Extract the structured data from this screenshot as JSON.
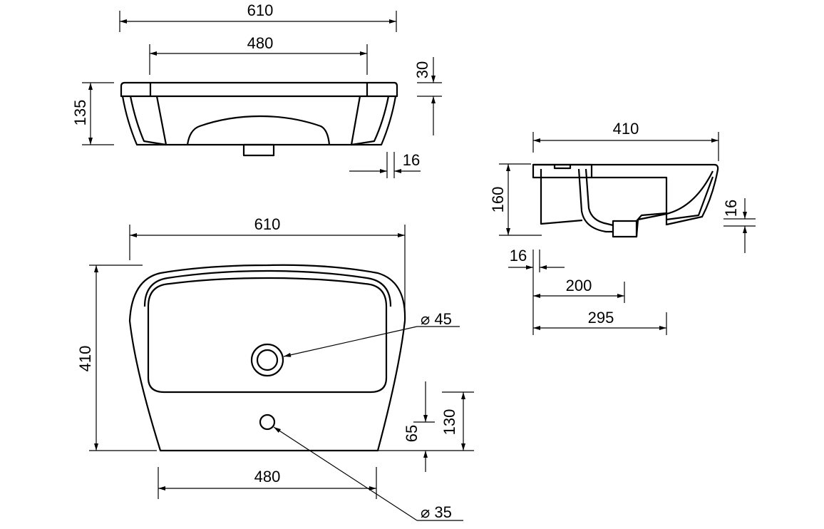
{
  "front_view": {
    "overall_width": "610",
    "bowl_width": "480",
    "height": "135",
    "rim_thickness": "30",
    "waste_wall": "16"
  },
  "side_view": {
    "depth": "410",
    "height": "160",
    "base_thickness": "16",
    "back_offset": "16",
    "waste_position": "200",
    "front_edge": "295"
  },
  "plan_view": {
    "overall_width": "610",
    "depth": "410",
    "waste_diameter": "⌀ 45",
    "tap_hole_diameter": "⌀ 35",
    "bowl_width": "480",
    "tap_hole_offset": "65",
    "front_edge_offset": "130"
  },
  "colors": {
    "line": "#000000",
    "background": "#ffffff"
  }
}
